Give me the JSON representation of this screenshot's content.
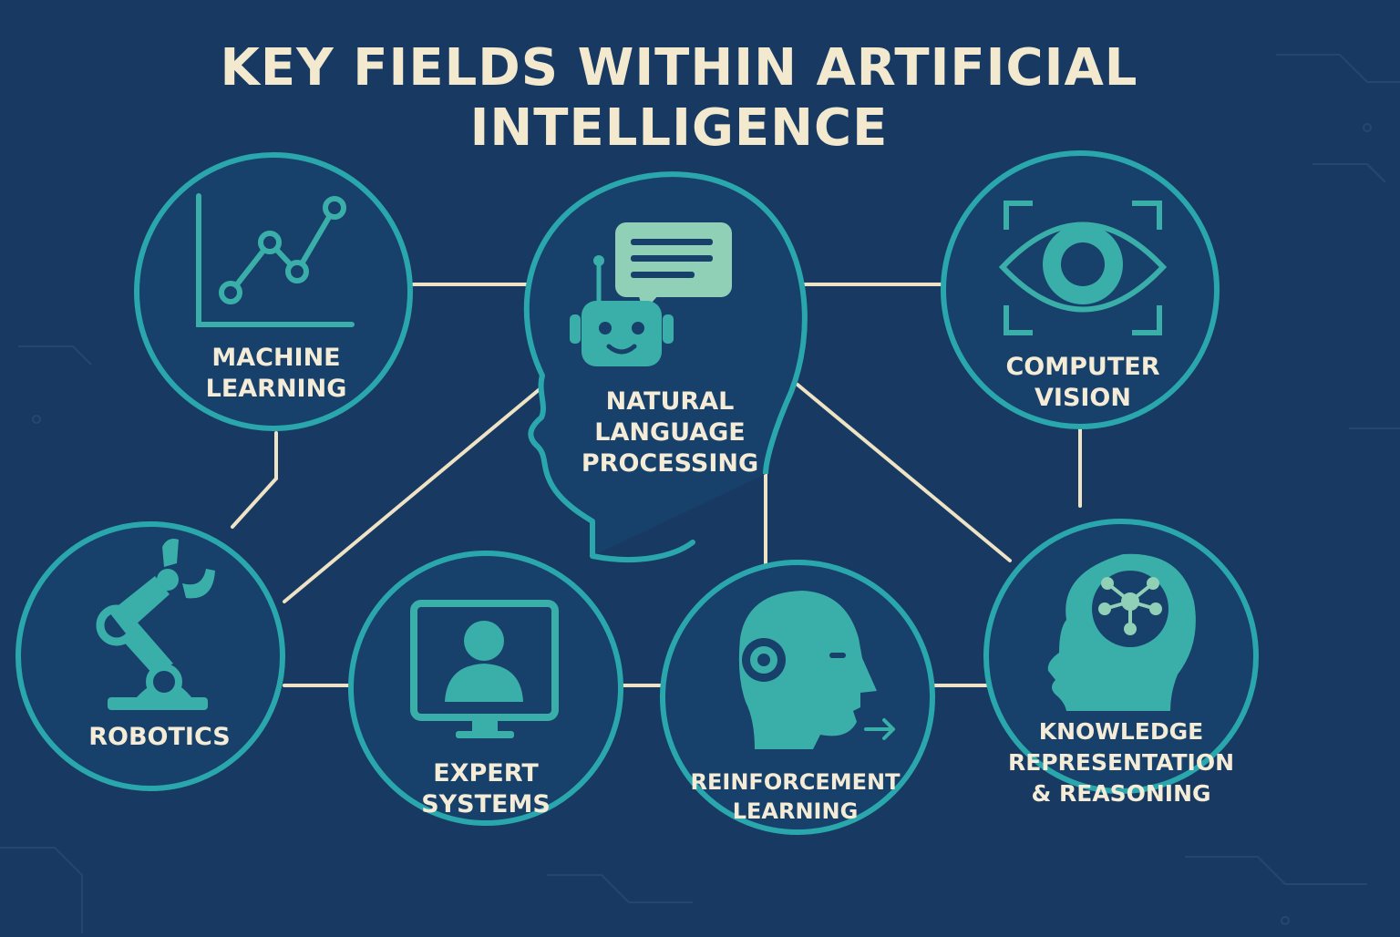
{
  "title": {
    "line1": "KEY FIELDS WITHIN ARTIFICIAL",
    "line2": "INTELLIGENCE"
  },
  "colors": {
    "background": "#183a62",
    "circle_fill": "#17406a",
    "ring": "#2aa7ad",
    "icon": "#3aaea8",
    "icon_light": "#8fd0b6",
    "connector": "#efe3c6",
    "text": "#f4ecd6"
  },
  "nodes": [
    {
      "id": "machine-learning",
      "icon": "line-chart-icon",
      "lines": [
        "MACHINE",
        "LEARNING"
      ]
    },
    {
      "id": "natural-language-processing",
      "icon": "chatbot-head-icon",
      "lines": [
        "NATURAL",
        "LANGUAGE",
        "PROCESSING"
      ]
    },
    {
      "id": "computer-vision",
      "icon": "eye-icon",
      "lines": [
        "COMPUTER",
        "VISION"
      ]
    },
    {
      "id": "robotics",
      "icon": "robot-arm-icon",
      "lines": [
        "ROBOTICS"
      ]
    },
    {
      "id": "expert-systems",
      "icon": "monitor-user-icon",
      "lines": [
        "EXPERT",
        "SYSTEMS"
      ]
    },
    {
      "id": "reinforcement-learning",
      "icon": "robot-head-icon",
      "lines": [
        "REINFORCEMENT",
        "LEARNING"
      ]
    },
    {
      "id": "knowledge-representation",
      "icon": "brain-network-icon",
      "lines": [
        "KNOWLEDGE",
        "REPRESENTATION",
        "& REASONING"
      ]
    }
  ]
}
